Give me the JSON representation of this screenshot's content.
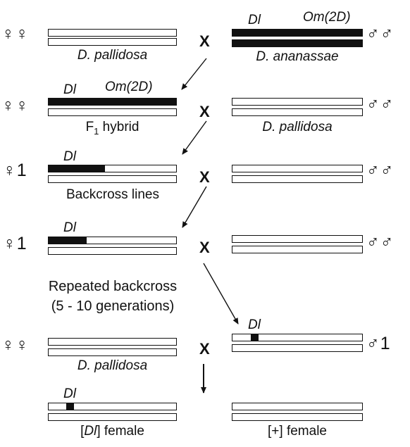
{
  "row1": {
    "female_symbols": "♀♀",
    "female_label": "D. pallidosa",
    "cross": "X",
    "male_gene_a": "Dl",
    "male_gene_b": "Om(2D)",
    "male_label": "D. ananassae",
    "male_symbols": "♂♂"
  },
  "row2": {
    "female_symbols": "♀♀",
    "gene_a": "Dl",
    "gene_b": "Om(2D)",
    "female_label_prefix": "F",
    "female_label_sub": "1",
    "female_label_suffix": " hybrid",
    "cross": "X",
    "male_label": "D. pallidosa",
    "male_symbols": "♂♂"
  },
  "row3": {
    "female_symbol": "♀1",
    "gene": "Dl",
    "female_label": "Backcross lines",
    "cross": "X",
    "male_symbols": "♂♂"
  },
  "row4": {
    "female_symbol": "♀1",
    "gene": "Dl",
    "cross": "X",
    "male_symbols": "♂♂",
    "note_line1": "Repeated backcross",
    "note_line2": "(5 - 10 generations)"
  },
  "row5": {
    "female_symbols": "♀♀",
    "female_label": "D. pallidosa",
    "cross": "X",
    "male_gene": "Dl",
    "male_symbol": "♂1"
  },
  "row6": {
    "gene": "Dl",
    "left_label_prefix": "[",
    "left_label_gene": "Dl",
    "left_label_suffix": "] female",
    "right_label": "[+] female"
  }
}
